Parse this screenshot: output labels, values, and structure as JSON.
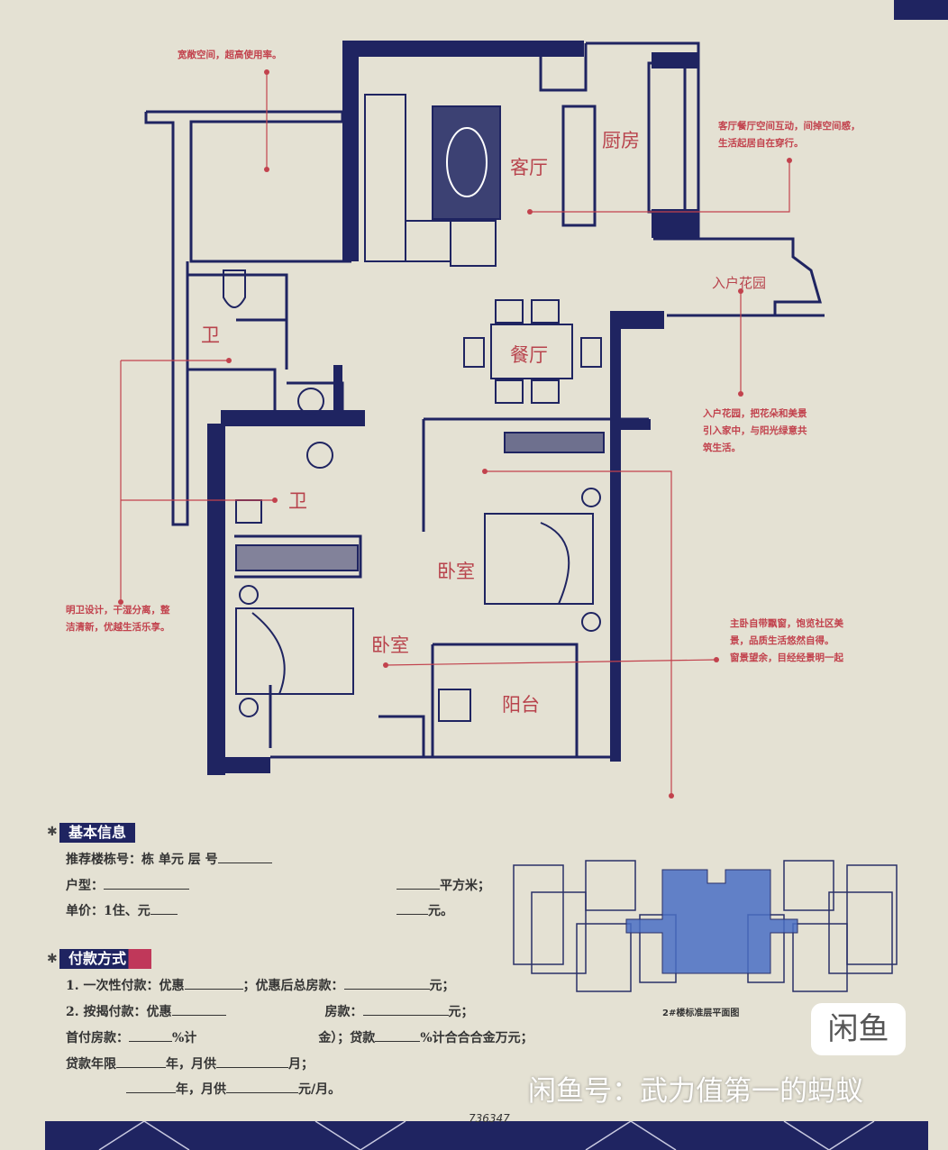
{
  "rooms": {
    "living": "客厅",
    "kitchen": "厨房",
    "garden": "入户花园",
    "dining": "餐厅",
    "bath1": "卫",
    "bath2": "卫",
    "bedroom1": "卧室",
    "bedroom2": "卧室",
    "balcony": "阳台"
  },
  "notes": {
    "top_left": "宽敞空间，超高使用率。",
    "living": "客厅餐厅空间互动，间掉空间感，\n生活起居自在穿行。",
    "garden": "入户花园，把花朵和美景\n引入家中，与阳光绿意共\n筑生活。",
    "master": "主卧自带飘窗，饱览社区美\n景，品质生活悠然自得。\n窗景望余，目经经景明一起",
    "bath": "明卫设计，干湿分离，整\n洁清新，优越生活乐享。"
  },
  "form": {
    "basic_title": "基本信息",
    "basic_lines": [
      "推荐楼栋号：栋 单元 层 号",
      "户型：",
      "单价：1住、元"
    ],
    "area_unit": "平方米；",
    "price_unit": "元。",
    "payment_title": "付款方式",
    "pay1_a": "1. 一次性付款：优惠",
    "pay1_b": "；优惠后总房款：",
    "pay1_c": "元；",
    "pay2_a": "2. 按揭付款：优惠",
    "pay2_b": "房款：",
    "pay2_c": "元；",
    "down_a": "首付房款：",
    "down_b": "%计",
    "down_c": "金）；贷款",
    "down_d": "%计合合合金万元；",
    "loan_a": "贷款年限",
    "loan_b": "年，月供",
    "loan_c": "月；",
    "loan_d": "年，月供",
    "loan_e": "元/月。"
  },
  "building_caption": "2#楼标准层平面图",
  "handwritten": "736347",
  "watermark": {
    "logo": "闲鱼",
    "text": "闲鱼号：武力值第一的蚂蚁"
  },
  "colors": {
    "wall": "#1f2461",
    "accent": "#c2424d",
    "paper": "#e4e1d3",
    "highlight": "#4a6fc4"
  }
}
